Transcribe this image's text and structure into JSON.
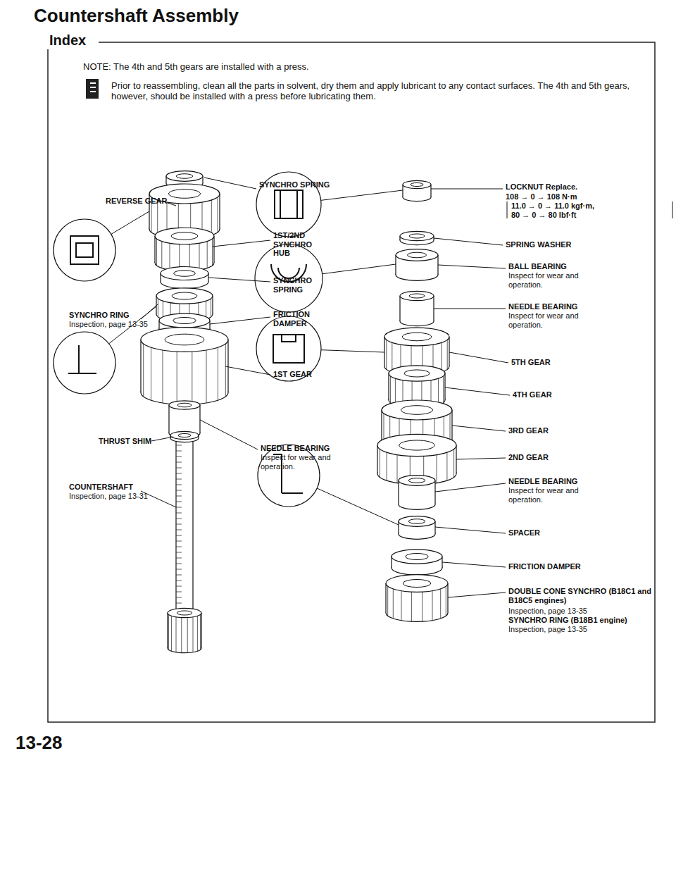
{
  "diagram": {
    "title": "Countershaft Assembly",
    "labels": [
      "Index",
      "NOTE: The 4th and 5th gears are installed with a press.",
      "Prior to reassembling, clean all the parts in solvent, dry them and apply lubricant to any contact surfaces. The 4th and 5th gears, however, should be installed with a press before lubricating them.",
      "SYNCHRO SPRING",
      "REVERSE GEAR",
      "1ST/2ND SYNCHRO HUB",
      "SYNCHRO SPRING",
      "SYNCHRO RING",
      "Inspection, page 13-35",
      "FRICTION DAMPER",
      "1ST GEAR",
      "THRUST SHIM",
      "NEEDLE BEARING",
      "Inspect for wear and operation.",
      "COUNTERSHAFT",
      "Inspection, page 13-31",
      "LOCKNUT Replace.",
      "108 → 0 → 108 N·m",
      "11.0 → 0 → 11.0 kgf·m,",
      "80 → 0 → 80 lbf·ft",
      "SPRING WASHER",
      "BALL BEARING",
      "Inspect for wear and operation.",
      "NEEDLE BEARING",
      "Inspect for wear and operation.",
      "5TH GEAR",
      "4TH GEAR",
      "3RD GEAR",
      "2ND GEAR",
      "NEEDLE BEARING",
      "Inspect for wear and operation.",
      "SPACER",
      "FRICTION DAMPER",
      "DOUBLE CONE SYNCHRO (B18C1 and B18C5 engines)",
      "Inspection, page 13-35",
      "SYNCHRO RING (B18B1 engine)",
      "Inspection, page 13-35",
      "13-28"
    ]
  }
}
